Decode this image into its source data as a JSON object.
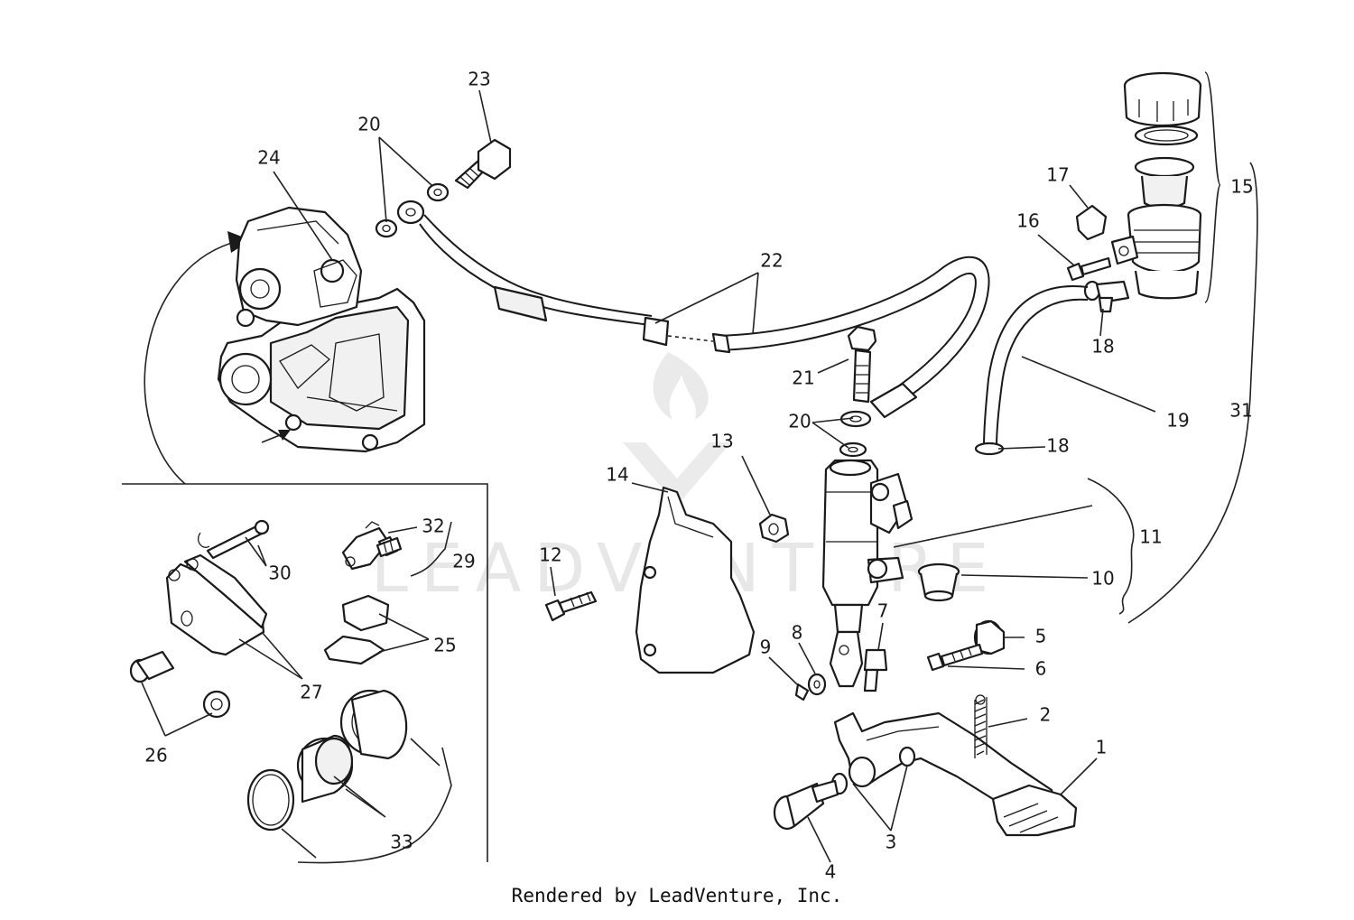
{
  "watermark": "LEADVENTURE",
  "footer": "Rendered by LeadVenture, Inc.",
  "callouts": {
    "c1": "1",
    "c2": "2",
    "c3": "3",
    "c4": "4",
    "c5": "5",
    "c6": "6",
    "c7": "7",
    "c8": "8",
    "c9": "9",
    "c10": "10",
    "c11": "11",
    "c12": "12",
    "c13": "13",
    "c14": "14",
    "c15": "15",
    "c16": "16",
    "c17": "17",
    "c18a": "18",
    "c18b": "18",
    "c19": "19",
    "c20a": "20",
    "c20b": "20",
    "c21": "21",
    "c22": "22",
    "c23": "23",
    "c24": "24",
    "c25": "25",
    "c26": "26",
    "c27": "27",
    "c29": "29",
    "c30": "30",
    "c31": "31",
    "c32": "32",
    "c33": "33"
  }
}
